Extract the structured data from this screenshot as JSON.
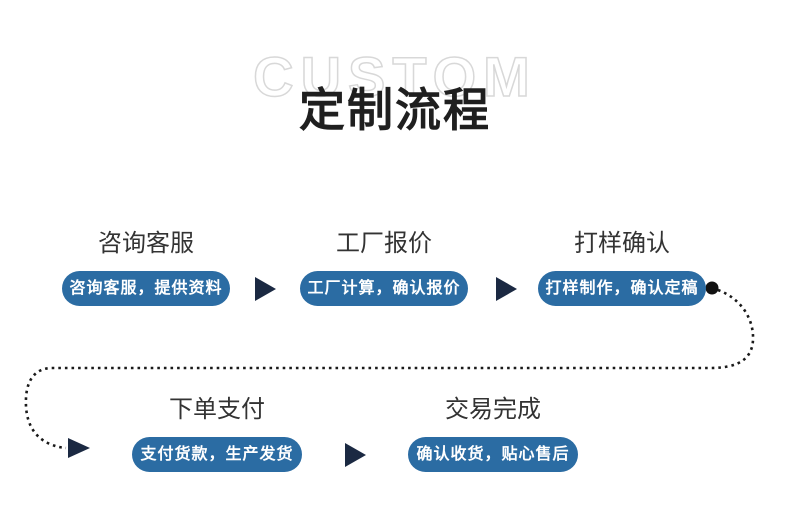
{
  "header": {
    "watermark": "CUSTOM",
    "title": "定制流程"
  },
  "flow": {
    "steps": [
      {
        "title": "咨询客服",
        "label": "咨询客服，提供资料"
      },
      {
        "title": "工厂报价",
        "label": "工厂计算，确认报价"
      },
      {
        "title": "打样确认",
        "label": "打样制作，确认定稿"
      },
      {
        "title": "下单支付",
        "label": "支付货款，生产发货"
      },
      {
        "title": "交易完成",
        "label": "确认收货，贴心售后"
      }
    ]
  },
  "colors": {
    "pill_background": "#2b6ca3",
    "pill_text": "#ffffff",
    "arrow": "#1b2942",
    "main_title": "#1f1f1f",
    "step_title": "#333333",
    "watermark_outline": "#d8d8d8",
    "connector": "#1a1a1a"
  }
}
